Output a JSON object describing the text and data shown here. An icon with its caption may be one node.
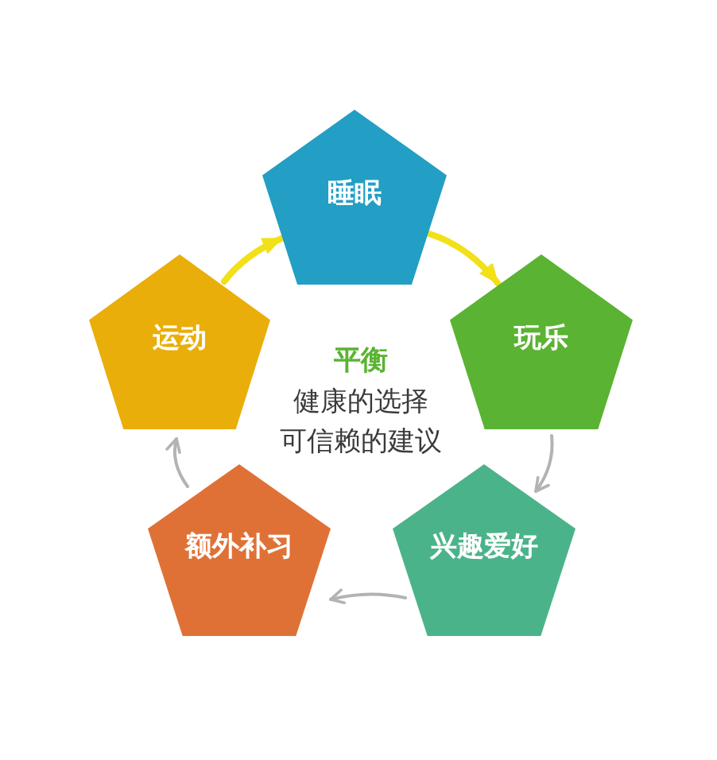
{
  "diagram": {
    "nodes": [
      {
        "text": [
          "睡眠"
        ]
      },
      {
        "text": [
          "运动"
        ]
      },
      {
        "text": [
          "玩乐"
        ]
      },
      {
        "text": [
          "额外补习"
        ]
      },
      {
        "text": [
          "兴趣爱好"
        ]
      }
    ],
    "edges": [
      {
        "from": 1,
        "to": 0,
        "arrow": "to",
        "style": "thick",
        "color": "#f2e018"
      },
      {
        "from": 0,
        "to": 2,
        "arrow": "to",
        "style": "thick",
        "color": "#f2e018"
      },
      {
        "from": 2,
        "to": 4,
        "arrow": "to"
      },
      {
        "from": 4,
        "to": 3,
        "arrow": "to"
      },
      {
        "from": 3,
        "to": 1,
        "arrow": "to"
      }
    ],
    "labels": [
      "平衡",
      "健康的选择",
      "可信赖的建议"
    ]
  }
}
